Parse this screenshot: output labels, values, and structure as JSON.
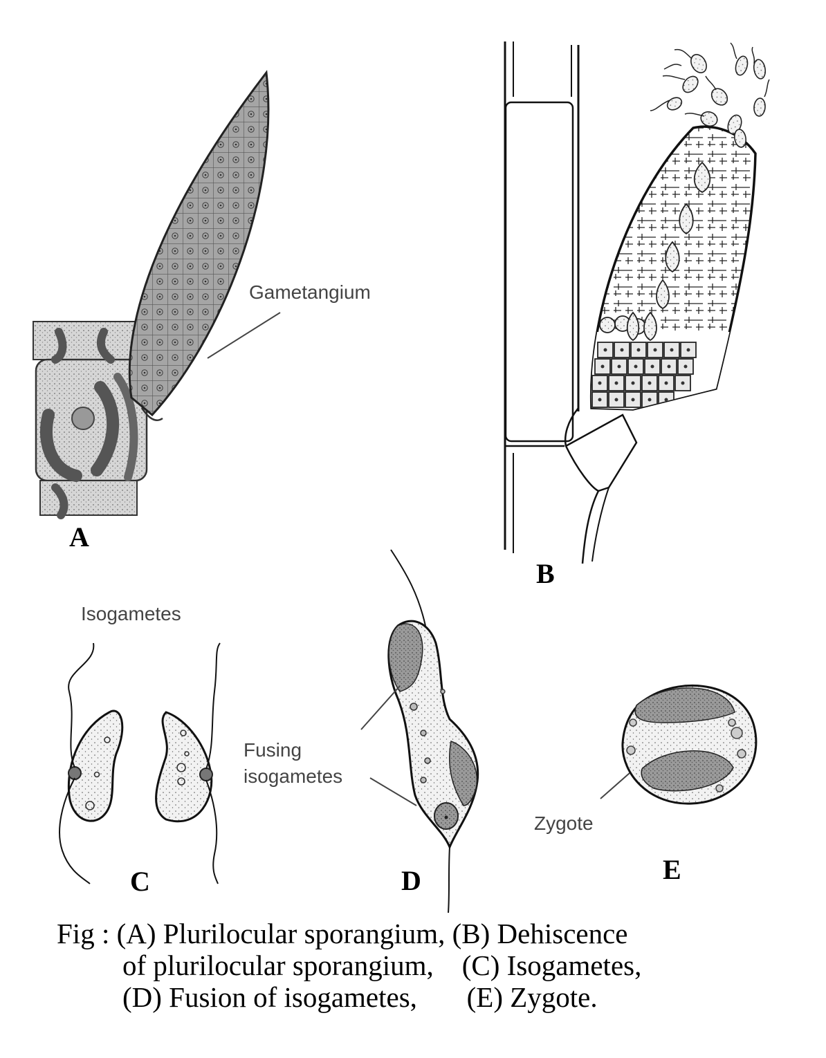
{
  "labels": {
    "gametangium": "Gametangium",
    "isogametes": "Isogametes",
    "fusing_line1": "Fusing",
    "fusing_line2": "isogametes",
    "zygote": "Zygote"
  },
  "panels": {
    "a": "A",
    "b": "B",
    "c": "C",
    "d": "D",
    "e": "E"
  },
  "caption": {
    "line1": "Fig : (A) Plurilocular sporangium, (B) Dehiscence",
    "line2": "of plurilocular sporangium,    (C) Isogametes,",
    "line3": "(D) Fusion of isogametes,       (E) Zygote."
  }
}
